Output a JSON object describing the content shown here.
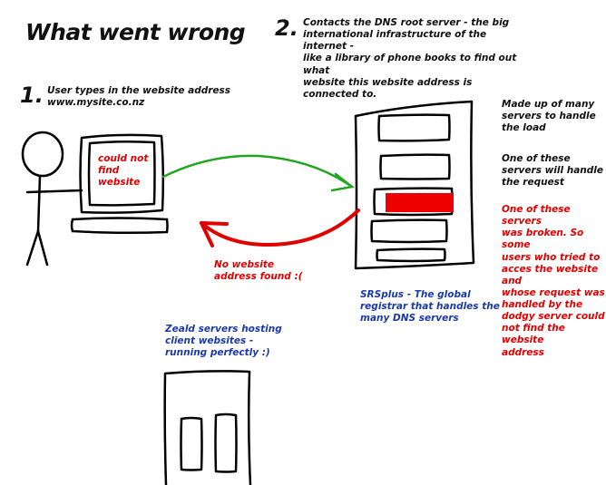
{
  "title": "What went wrong",
  "step1": {
    "number": "1.",
    "line1": "User types in the website address",
    "line2": "www.mysite.co.nz"
  },
  "step2": {
    "number": "2.",
    "line1": "Contacts the DNS root server - the big",
    "line2": "international infrastructure of the internet -",
    "line3": "like a library of phone books to find out what",
    "line4": "website this website address is connected to."
  },
  "screen_message": {
    "line1": "could not",
    "line2": "find",
    "line3": "website"
  },
  "error_message": {
    "line1": "No website",
    "line2": "address found :("
  },
  "srsplus_caption": {
    "line1": "SRSplus - The global",
    "line2": "registrar that handles the",
    "line3": "many DNS  servers"
  },
  "servers_note": {
    "line1": "Made up of many",
    "line2": "servers to handle",
    "line3": "the load"
  },
  "one_server_note": {
    "line1": "One of these",
    "line2": "servers will handle",
    "line3": "the request"
  },
  "broken_note": {
    "line1": "One of these servers",
    "line2": "was broken. So some",
    "line3": "users who tried to",
    "line4": "acces the website and",
    "line5": "whose request was",
    "line6": "handled by the",
    "line7": "dodgy server could",
    "line8": "not find the website",
    "line9": "address"
  },
  "zeald_caption": {
    "line1": "Zeald servers hosting",
    "line2": "client websites -",
    "line3": "running perfectly :)"
  },
  "colors": {
    "request_arrow": "#22a622",
    "response_arrow": "#e10000",
    "broken_server": "#ee0000",
    "note_red": "#e10000",
    "caption_blue": "#1a3aa8"
  },
  "icons": [
    "stick-figure-user",
    "computer-monitor",
    "keyboard",
    "dns-server-rack",
    "zeald-server-rack"
  ]
}
